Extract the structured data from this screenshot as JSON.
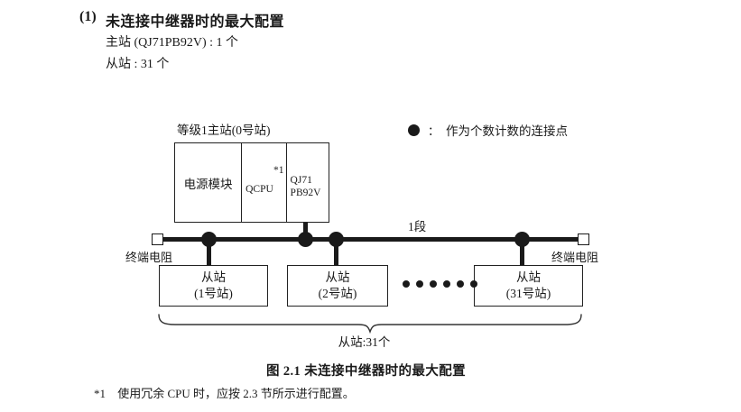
{
  "heading": {
    "number": "(1)",
    "title": "未连接中继器时的最大配置",
    "master_line": "主站 (QJ71PB92V) : 1 个",
    "slave_line": "从站 : 31 个"
  },
  "legend": {
    "icon": "filled-circle",
    "colon": "：",
    "text": "作为个数计数的连接点"
  },
  "diagram": {
    "rack_label": "等级1主站(0号站)",
    "rack_cells": {
      "power": "电源模块",
      "cpu": "QCPU",
      "cpu_note": "*1",
      "network_line1": "QJ71",
      "network_line2": "PB92V"
    },
    "segment_label": "1段",
    "terminator_left": "终端电阻",
    "terminator_right": "终端电阻",
    "slaves": [
      {
        "title": "从站",
        "station": "(1号站)"
      },
      {
        "title": "从站",
        "station": "(2号站)"
      },
      {
        "title": "从站",
        "station": "(31号站)"
      }
    ],
    "ellipsis_dots": 6,
    "brace_label": "从站:31个"
  },
  "caption": "图 2.1  未连接中继器时的最大配置",
  "footnote": {
    "mark": "*1",
    "text": "使用冗余 CPU 时，应按 2.3 节所示进行配置。"
  },
  "colors": {
    "ink": "#1a1a1a",
    "line": "#222222",
    "paper": "#ffffff"
  }
}
